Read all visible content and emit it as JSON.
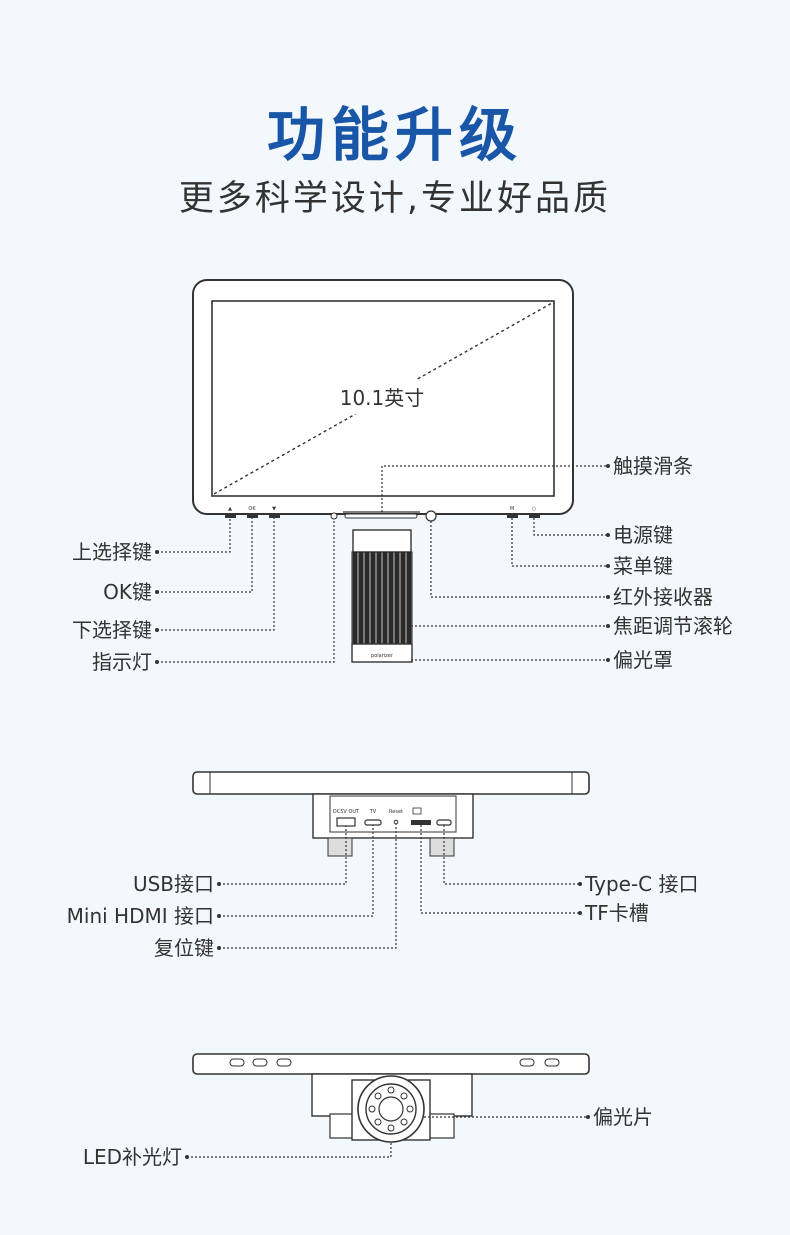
{
  "header": {
    "title": "功能升级",
    "subtitle": "更多科学设计,专业好品质"
  },
  "front_view": {
    "screen_size": "10.1英寸",
    "button_marks": [
      "▲",
      "OK",
      "▼"
    ],
    "right_button_marks": [
      "M",
      "○"
    ],
    "polarizer_brand": "polarizer",
    "labels_left": [
      "上选择键",
      "OK键",
      "下选择键",
      "指示灯"
    ],
    "labels_right": [
      "触摸滑条",
      "电源键",
      "菜单键",
      "红外接收器",
      "焦距调节滚轮",
      "偏光罩"
    ]
  },
  "bottom_view": {
    "port_marks": [
      "DC5V OUT",
      "TV",
      "Reset"
    ],
    "labels_left": [
      "USB接口",
      "Mini HDMI 接口",
      "复位键"
    ],
    "labels_right": [
      "Type-C 接口",
      "TF卡槽"
    ]
  },
  "lens_view": {
    "labels_right": [
      "偏光片"
    ],
    "labels_left": [
      "LED补光灯"
    ]
  },
  "colors": {
    "title": "#1a56a8",
    "background": "#f3f8fc",
    "line": "#333333"
  }
}
